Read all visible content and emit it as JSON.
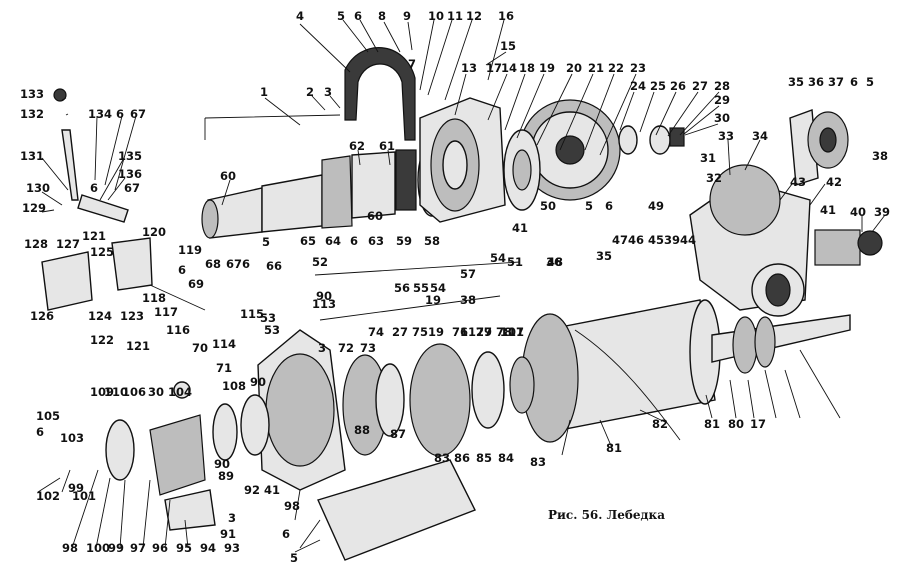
{
  "caption": "Рис. 56. Лебедка",
  "labels": [
    "1",
    "2",
    "3",
    "4",
    "5",
    "6",
    "8",
    "9",
    "10",
    "11",
    "12",
    "16",
    "15",
    "13",
    "14",
    "17",
    "18",
    "19",
    "20",
    "21",
    "22",
    "23",
    "24",
    "25",
    "26",
    "27",
    "28",
    "29",
    "30",
    "35",
    "36",
    "37",
    "6",
    "5",
    "38",
    "133",
    "132",
    "134",
    "6",
    "67",
    "131",
    "135",
    "136",
    "130",
    "6",
    "67",
    "129",
    "128",
    "127",
    "121",
    "125",
    "60",
    "62",
    "61",
    "65",
    "64",
    "6",
    "63",
    "59",
    "58",
    "60",
    "7",
    "50",
    "5",
    "6",
    "49",
    "41",
    "34",
    "33",
    "31",
    "32",
    "43",
    "42",
    "41",
    "40",
    "39",
    "120",
    "119",
    "6",
    "5",
    "68",
    "67",
    "6",
    "66",
    "52",
    "48",
    "51",
    "47",
    "46",
    "45",
    "39",
    "44",
    "36",
    "35",
    "126",
    "124",
    "123",
    "118",
    "122",
    "121",
    "117",
    "116",
    "69",
    "115",
    "114",
    "53",
    "54",
    "57",
    "56",
    "55",
    "54",
    "53",
    "19",
    "38",
    "90",
    "113",
    "70",
    "71",
    "3",
    "72",
    "73",
    "74",
    "27",
    "75",
    "19",
    "76",
    "77",
    "78",
    "79",
    "112",
    "111",
    "107",
    "90",
    "108",
    "109",
    "110",
    "106",
    "30",
    "104",
    "105",
    "6",
    "103",
    "102",
    "101",
    "99",
    "98",
    "100",
    "99",
    "97",
    "96",
    "95",
    "94",
    "93",
    "92",
    "41",
    "98",
    "6",
    "5",
    "3",
    "91",
    "90",
    "89",
    "88",
    "87",
    "83",
    "86",
    "85",
    "84",
    "83",
    "81",
    "82",
    "81",
    "80",
    "17"
  ]
}
